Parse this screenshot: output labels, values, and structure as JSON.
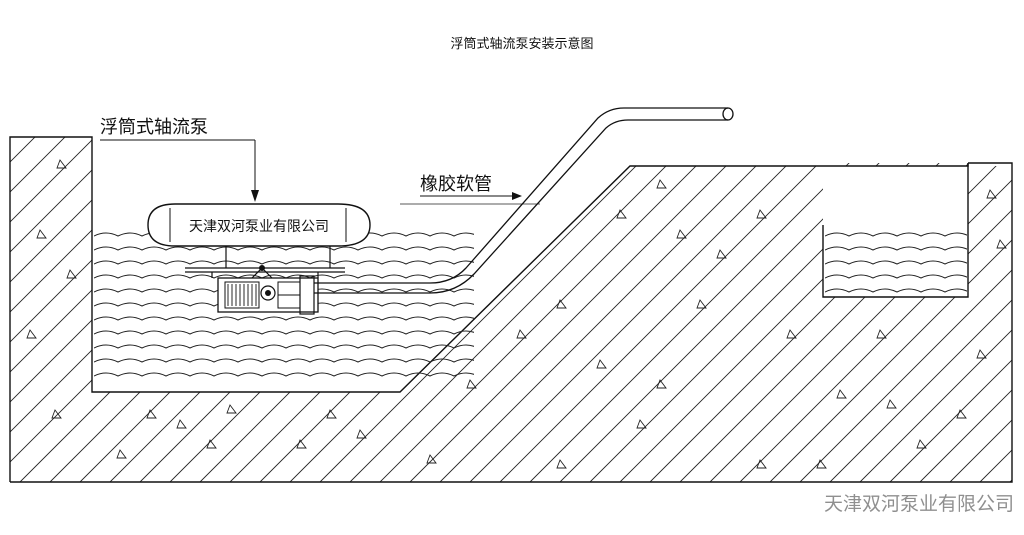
{
  "title": "浮筒式轴流泵安装示意图",
  "labels": {
    "pump": "浮筒式轴流泵",
    "hose": "橡胶软管",
    "float_tank": "天津双河泵业有限公司"
  },
  "watermark": "天津双河泵业有限公司",
  "colors": {
    "line": "#111111",
    "watermark": "#8f8f8f",
    "background": "#ffffff"
  }
}
